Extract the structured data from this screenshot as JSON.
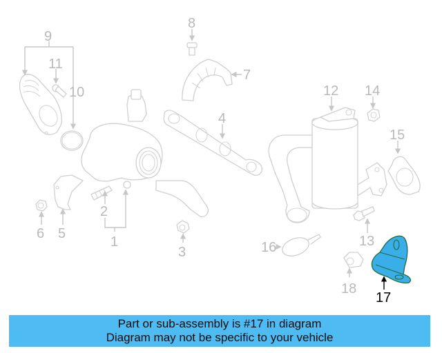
{
  "diagram": {
    "highlighted_part": "17",
    "highlight_color": "#3aaee8",
    "banner_color": "#4ebbf3",
    "callouts": [
      {
        "id": "1",
        "label": "1"
      },
      {
        "id": "2",
        "label": "2"
      },
      {
        "id": "3",
        "label": "3"
      },
      {
        "id": "4",
        "label": "4"
      },
      {
        "id": "5",
        "label": "5"
      },
      {
        "id": "6",
        "label": "6"
      },
      {
        "id": "7",
        "label": "7"
      },
      {
        "id": "8",
        "label": "8"
      },
      {
        "id": "9",
        "label": "9"
      },
      {
        "id": "10",
        "label": "10"
      },
      {
        "id": "11",
        "label": "11"
      },
      {
        "id": "12",
        "label": "12"
      },
      {
        "id": "13",
        "label": "13"
      },
      {
        "id": "14",
        "label": "14"
      },
      {
        "id": "15",
        "label": "15"
      },
      {
        "id": "16",
        "label": "16"
      },
      {
        "id": "17",
        "label": "17"
      },
      {
        "id": "18",
        "label": "18"
      }
    ]
  },
  "banner": {
    "line1": "Part or sub-assembly is #17 in diagram",
    "line2": "Diagram may not be specific to your vehicle"
  }
}
